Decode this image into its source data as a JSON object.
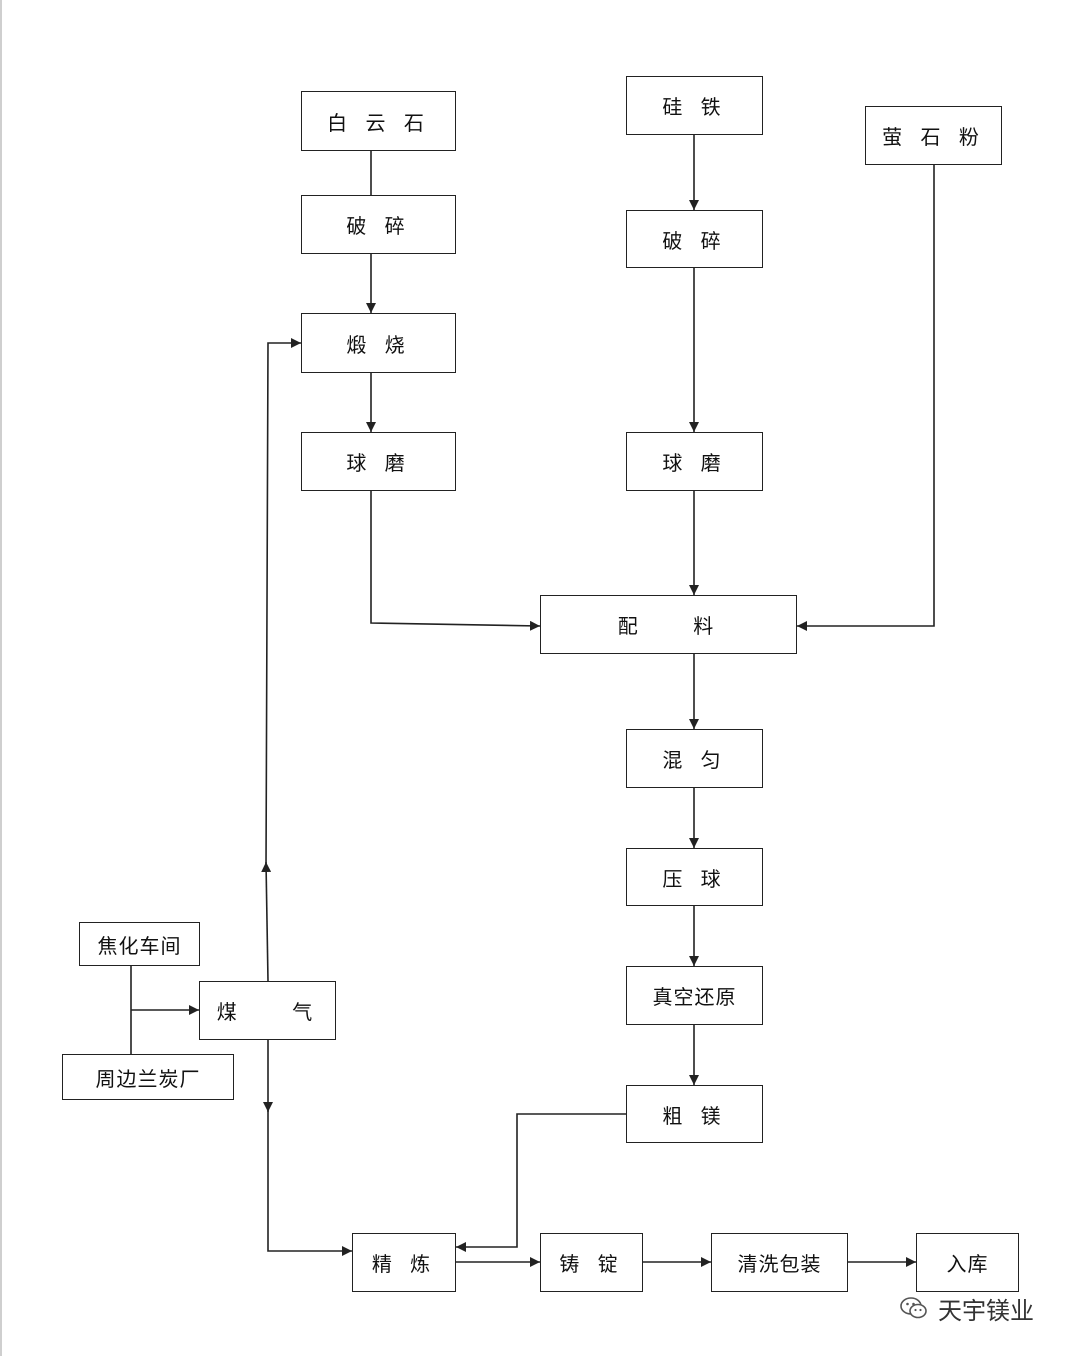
{
  "flowchart": {
    "baiyunshi": "白 云 石",
    "posui_left": "破 碎",
    "duanshao": "煅 烧",
    "qiumo_left": "球 磨",
    "guitie": "硅 铁",
    "posui_right": "破 碎",
    "qiumo_right": "球 磨",
    "yingshifen": "萤 石 粉",
    "peiliao": "配    料",
    "hunyun": "混 匀",
    "yaqiu": "压 球",
    "zhenkong": "真空还原",
    "cumei": "粗 镁",
    "jiaohua": "焦化车间",
    "zhoubian": "周边兰炭厂",
    "meiqi": "煤    气",
    "jinglian": "精 炼",
    "zhuding": "铸 锭",
    "qingxi": "清洗包装",
    "ruku": "入库"
  },
  "watermark": {
    "text": "天宇镁业",
    "icon": "wechat-icon"
  },
  "colors": {
    "line": "#222222",
    "text": "#111111",
    "watermark": "#333333"
  }
}
